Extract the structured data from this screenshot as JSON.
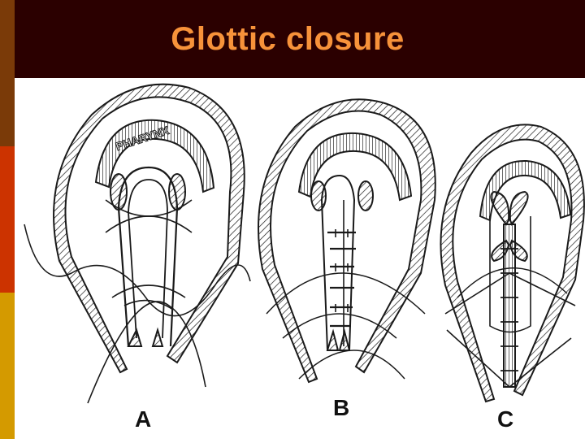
{
  "slide": {
    "title": "Glottic closure",
    "colors": {
      "header_bg": "#2b0000",
      "title_text": "#f7923a",
      "bar_top": "#7a3a08",
      "bar_mid": "#cc3300",
      "bar_bottom": "#d49a00",
      "line_art": "#1a1a1a"
    }
  },
  "figure": {
    "panels": [
      {
        "label": "A",
        "pharynx_text": "PHARYNX"
      },
      {
        "label": "B"
      },
      {
        "label": "C"
      }
    ]
  }
}
